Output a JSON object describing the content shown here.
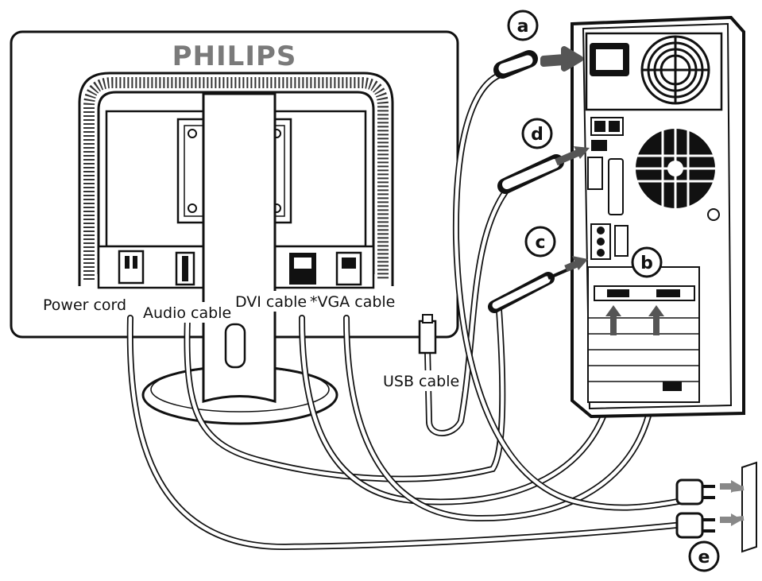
{
  "monitor": {
    "brand": "PHILIPS"
  },
  "labels": {
    "power_cord": "Power cord",
    "audio_cable": "Audio cable",
    "dvi_cable": "DVI cable",
    "vga_cable": "*VGA cable",
    "usb_cable": "USB cable"
  },
  "badges": {
    "a": "a",
    "b": "b",
    "c": "c",
    "d": "d",
    "e": "e"
  }
}
